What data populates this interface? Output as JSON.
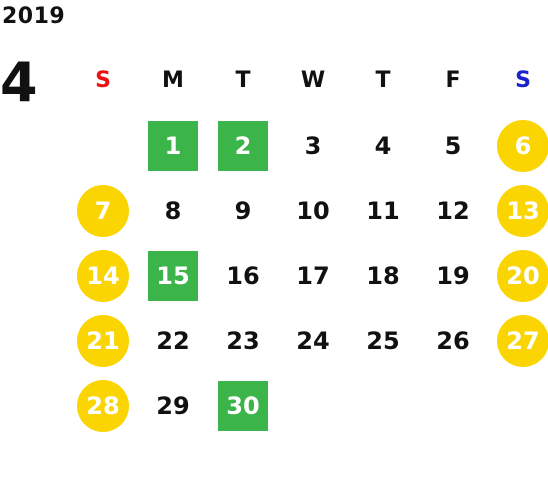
{
  "calendar": {
    "year": "2019",
    "month": "4",
    "colors": {
      "sunday_header": "#ee1111",
      "saturday_header": "#1a22cc",
      "weekend_circle": "#fad501",
      "holiday_square": "#3bb54a",
      "text": "#111111"
    },
    "weekdays": [
      "S",
      "M",
      "T",
      "W",
      "T",
      "F",
      "S"
    ],
    "weeks": [
      [
        {
          "label": "",
          "style": "empty"
        },
        {
          "label": "1",
          "style": "square"
        },
        {
          "label": "2",
          "style": "square"
        },
        {
          "label": "3",
          "style": "plain"
        },
        {
          "label": "4",
          "style": "plain"
        },
        {
          "label": "5",
          "style": "plain"
        },
        {
          "label": "6",
          "style": "circle"
        }
      ],
      [
        {
          "label": "7",
          "style": "circle"
        },
        {
          "label": "8",
          "style": "plain"
        },
        {
          "label": "9",
          "style": "plain"
        },
        {
          "label": "10",
          "style": "plain"
        },
        {
          "label": "11",
          "style": "plain"
        },
        {
          "label": "12",
          "style": "plain"
        },
        {
          "label": "13",
          "style": "circle"
        }
      ],
      [
        {
          "label": "14",
          "style": "circle"
        },
        {
          "label": "15",
          "style": "square"
        },
        {
          "label": "16",
          "style": "plain"
        },
        {
          "label": "17",
          "style": "plain"
        },
        {
          "label": "18",
          "style": "plain"
        },
        {
          "label": "19",
          "style": "plain"
        },
        {
          "label": "20",
          "style": "circle"
        }
      ],
      [
        {
          "label": "21",
          "style": "circle"
        },
        {
          "label": "22",
          "style": "plain"
        },
        {
          "label": "23",
          "style": "plain"
        },
        {
          "label": "24",
          "style": "plain"
        },
        {
          "label": "25",
          "style": "plain"
        },
        {
          "label": "26",
          "style": "plain"
        },
        {
          "label": "27",
          "style": "circle"
        }
      ],
      [
        {
          "label": "28",
          "style": "circle"
        },
        {
          "label": "29",
          "style": "plain"
        },
        {
          "label": "30",
          "style": "square"
        },
        {
          "label": "",
          "style": "empty"
        },
        {
          "label": "",
          "style": "empty"
        },
        {
          "label": "",
          "style": "empty"
        },
        {
          "label": "",
          "style": "empty"
        }
      ]
    ]
  }
}
